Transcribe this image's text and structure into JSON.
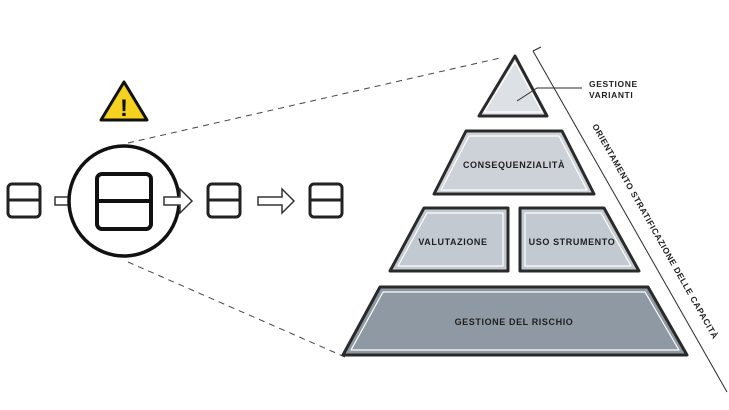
{
  "pyramid": {
    "apex": {
      "label_line1": "GESTIONE",
      "label_line2": "VARIANTI"
    },
    "level2": {
      "label": "CONSEQUENZIALITÀ"
    },
    "level3_left": {
      "label": "VALUTAZIONE"
    },
    "level3_right": {
      "label": "USO STRUMENTO"
    },
    "base": {
      "label": "GESTIONE DEL RISCHIO"
    }
  },
  "axis": {
    "label": "ORIENTAMENTO STRATIFICAZIONE DELLE CAPACITÀ"
  },
  "warning": {
    "symbol": "!"
  },
  "colors": {
    "stroke": "#2a2a2a",
    "apex_fill": "#dde1e5",
    "level2_fill": "#cdd2d8",
    "level3_fill": "#c3c9d0",
    "base_fill": "#8f99a4",
    "warning_fill": "#f5d21f",
    "arrow_fill": "#ffffff"
  }
}
